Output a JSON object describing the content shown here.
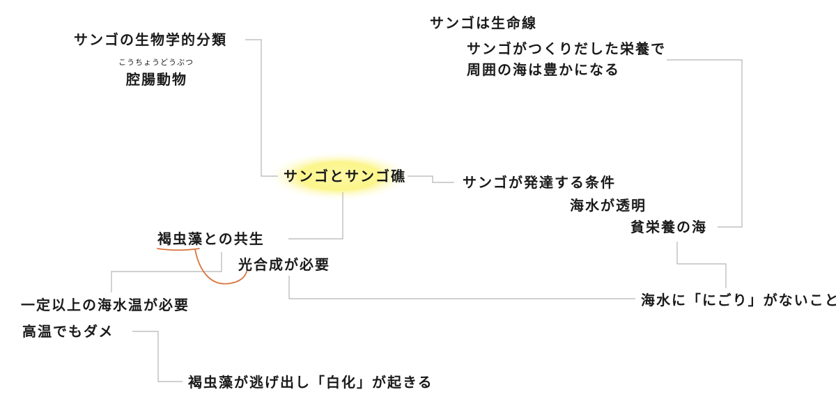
{
  "diagram": {
    "center": "サンゴとサンゴ礁",
    "classification": {
      "heading": "サンゴの生物学的分類",
      "ruby": "こうちょうどうぶつ",
      "value": "腔腸動物"
    },
    "lifeline": {
      "heading": "サンゴは生命線",
      "line1": "サンゴがつくりだした栄養で",
      "line2": "周囲の海は豊かになる"
    },
    "conditions": {
      "heading": "サンゴが発達する条件",
      "clear_water": "海水が透明",
      "poor_nutrients": "貧栄養の海",
      "no_turbidity": "海水に「にごり」がないこと"
    },
    "symbiosis": {
      "heading": "褐虫藻との共生",
      "photosynthesis": "光合成が必要",
      "temperature": "一定以上の海水温が必要",
      "too_hot": "高温でもダメ",
      "bleaching": "褐虫藻が逃げ出し「白化」が起きる"
    }
  }
}
